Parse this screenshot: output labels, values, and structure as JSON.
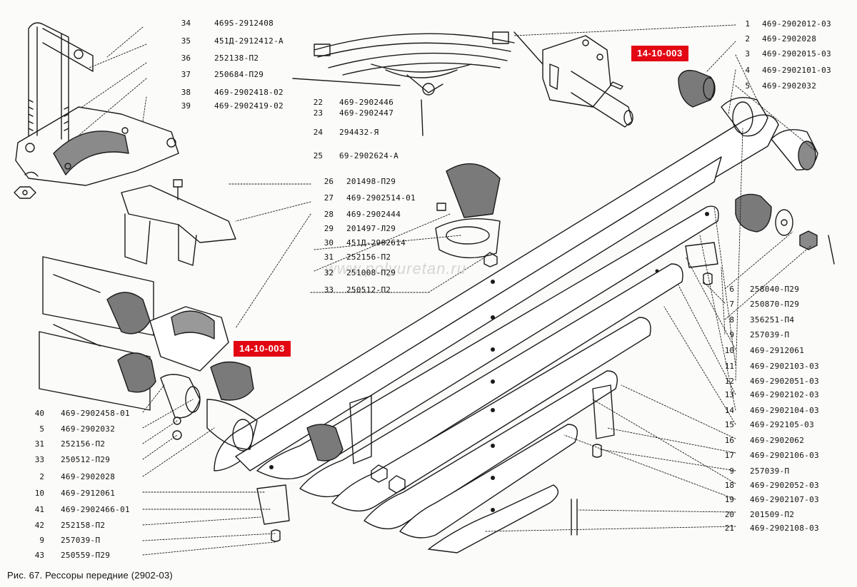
{
  "caption": "Рис. 67. Рессоры передние (2902-03)",
  "watermark": "www.polyuretan.ru",
  "badges": [
    "14-10-003",
    "14-10-003"
  ],
  "colors": {
    "badge": "#e30613",
    "ink": "#111111",
    "paper": "#fbfbf9"
  },
  "parts_top_left": [
    {
      "n": "34",
      "code": "469S-2912408"
    },
    {
      "n": "35",
      "code": "451Д-2912412-А"
    },
    {
      "n": "36",
      "code": "252138-П2"
    },
    {
      "n": "37",
      "code": "250684-П29"
    },
    {
      "n": "38",
      "code": "469-2902418-02"
    },
    {
      "n": "39",
      "code": "469-2902419-02"
    }
  ],
  "parts_top_center": [
    {
      "n": "22",
      "code": "469-2902446"
    },
    {
      "n": "23",
      "code": "469-2902447"
    },
    {
      "n": "24",
      "code": "294432-Я"
    },
    {
      "n": "25",
      "code": "69-2902624-А"
    }
  ],
  "parts_middle": [
    {
      "n": "26",
      "code": "201498-П29"
    },
    {
      "n": "27",
      "code": "469-2902514-01"
    },
    {
      "n": "28",
      "code": "469-2902444"
    },
    {
      "n": "29",
      "code": "201497-Л29"
    },
    {
      "n": "30",
      "code": "451Д-2902614"
    },
    {
      "n": "31",
      "code": "252156-П2"
    },
    {
      "n": "32",
      "code": "251008-П29"
    },
    {
      "n": "33",
      "code": "250512-П2"
    }
  ],
  "parts_right_top": [
    {
      "n": "1",
      "code": "469-2902012-03"
    },
    {
      "n": "2",
      "code": "469-2902028"
    },
    {
      "n": "3",
      "code": "469-2902015-03"
    },
    {
      "n": "4",
      "code": "469-2902101-03"
    },
    {
      "n": "5",
      "code": "469-2902032"
    }
  ],
  "parts_right_bottom": [
    {
      "n": "6",
      "code": "258040-П29"
    },
    {
      "n": "7",
      "code": "250870-П29"
    },
    {
      "n": "8",
      "code": "356251-П4"
    },
    {
      "n": "9",
      "code": "257039-П"
    },
    {
      "n": "10",
      "code": "469-2912061"
    },
    {
      "n": "11",
      "code": "469-2902103-03"
    },
    {
      "n": "12",
      "code": "469-2902051-03"
    },
    {
      "n": "13",
      "code": "469-2902102-03"
    },
    {
      "n": "14",
      "code": "469-2902104-03"
    },
    {
      "n": "15",
      "code": "469-292105-03"
    },
    {
      "n": "16",
      "code": "469-2902062"
    },
    {
      "n": "17",
      "code": "469-2902106-03"
    },
    {
      "n": "9",
      "code": "257039-П"
    },
    {
      "n": "18",
      "code": "469-2902052-03"
    },
    {
      "n": "19",
      "code": "469-2902107-03"
    },
    {
      "n": "20",
      "code": "201509-П2"
    },
    {
      "n": "21",
      "code": "469-2902108-03"
    }
  ],
  "parts_bottom_left": [
    {
      "n": "40",
      "code": "469-2902458-01"
    },
    {
      "n": "5",
      "code": "469-2902032"
    },
    {
      "n": "31",
      "code": "252156-П2"
    },
    {
      "n": "33",
      "code": "250512-П29"
    },
    {
      "n": "2",
      "code": "469-2902028"
    },
    {
      "n": "10",
      "code": "469-2912061"
    },
    {
      "n": "41",
      "code": "469-2902466-01"
    },
    {
      "n": "42",
      "code": "252158-П2"
    },
    {
      "n": "9",
      "code": "257039-П"
    },
    {
      "n": "43",
      "code": "250559-П29"
    }
  ]
}
